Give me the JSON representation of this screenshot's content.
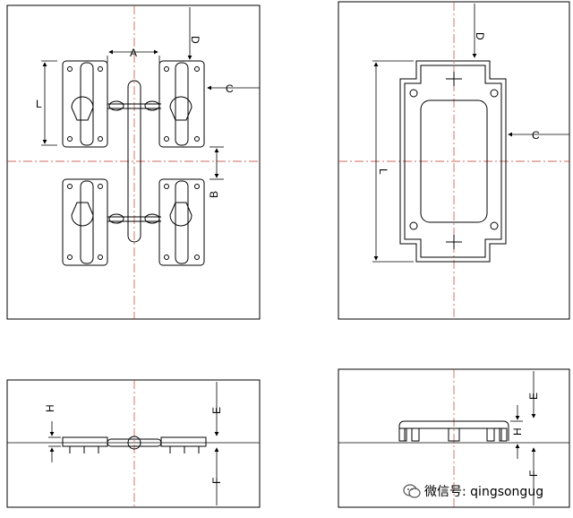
{
  "labels": {
    "A": "A",
    "B": "B",
    "C": "C",
    "D": "D",
    "E": "E",
    "F": "F",
    "H": "H",
    "L": "L"
  },
  "watermark": {
    "text": "微信号: qingsongug",
    "icon": "wechat-icon"
  },
  "colors": {
    "line": "#000000",
    "centerline": "#c0392b"
  }
}
